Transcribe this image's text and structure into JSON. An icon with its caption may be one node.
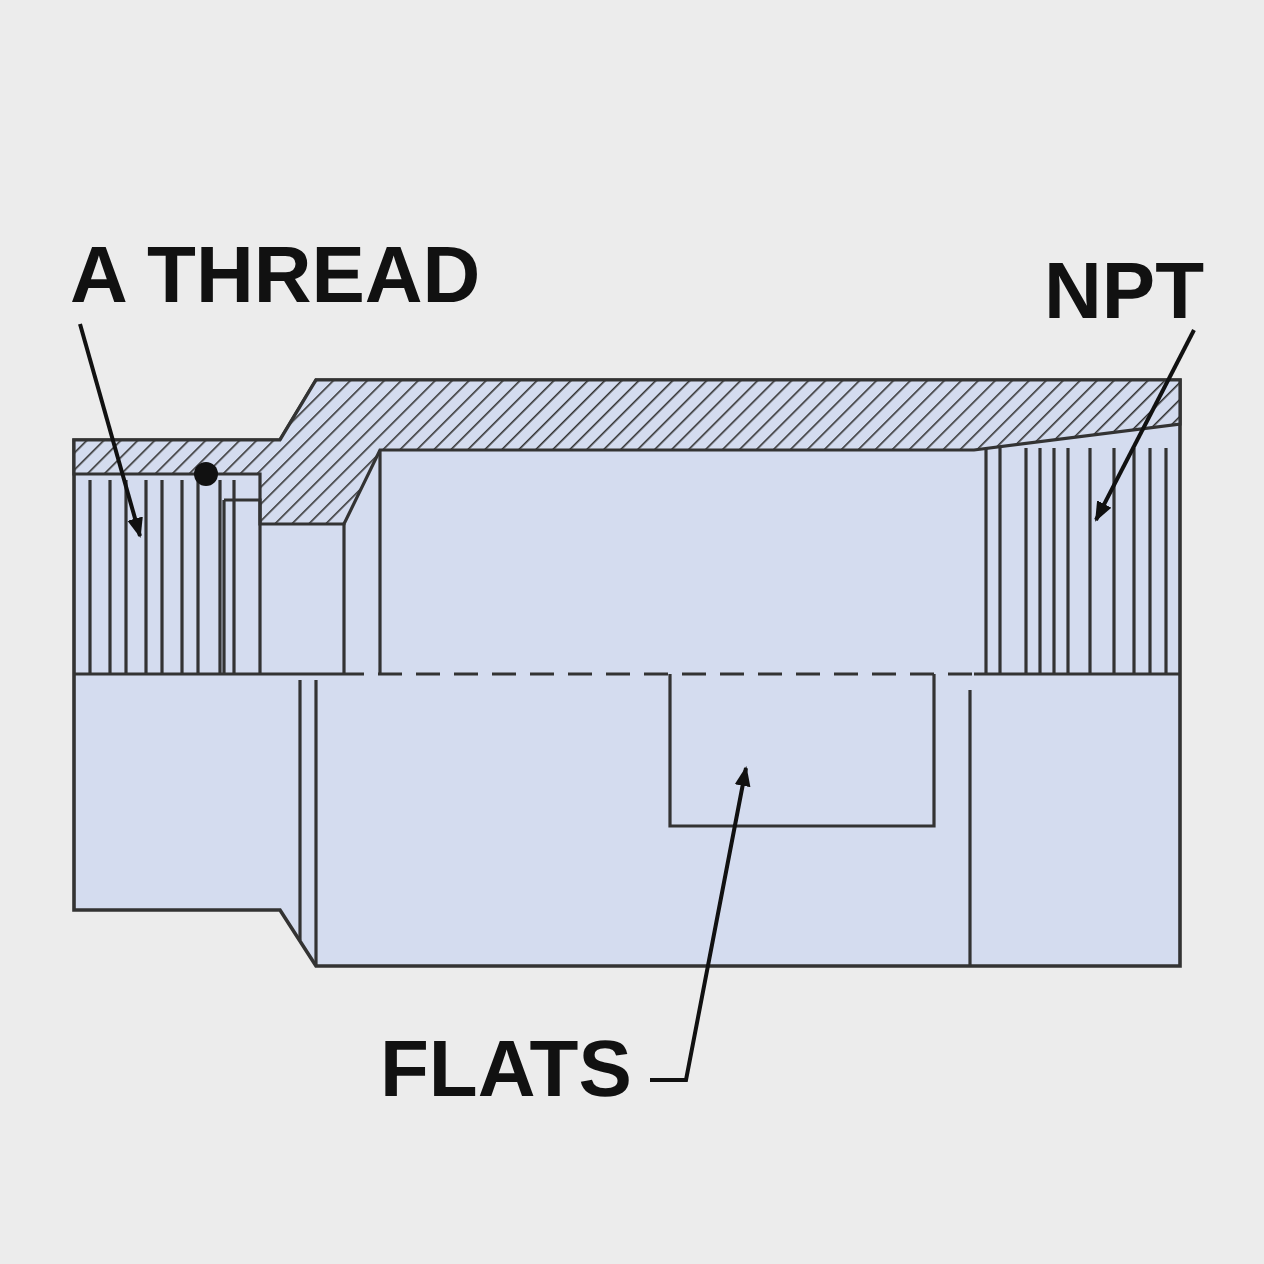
{
  "diagram": {
    "nodes": [
      {
        "text": [
          "A THREAD"
        ]
      },
      {
        "text": [
          "NPT"
        ]
      },
      {
        "text": [
          "FLATS"
        ]
      }
    ],
    "edges": [
      {
        "from": 0,
        "to": null,
        "arrow": "to"
      },
      {
        "from": 1,
        "to": null,
        "arrow": "to"
      },
      {
        "from": 2,
        "to": null,
        "arrow": "to"
      }
    ]
  }
}
